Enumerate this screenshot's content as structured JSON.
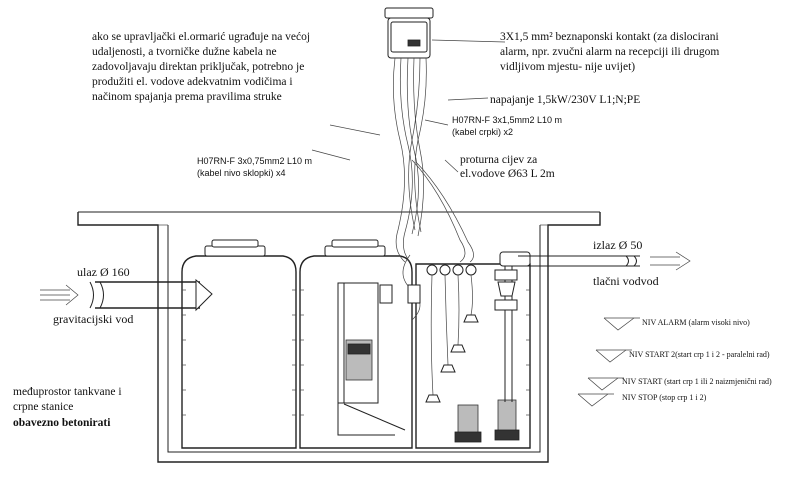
{
  "notes": {
    "cabinet_lines": [
      "ako se upravljački el.ormarić ugrađuje na većoj",
      "udaljenosti, a tvorničke dužne kabela ne",
      "zadovoljavaju direktan priključak, potrebno je",
      "produžiti el. vodove adekvatnim vodičima i",
      "načinom spajanja prema pravilima struke"
    ],
    "contact_lines": [
      "3X1,5 mm²  beznaponski kontakt (za dislocirani",
      "alarm, npr. zvučni alarm na recepciji ili drugom",
      "vidljivom mjestu- nije uvijet)"
    ],
    "power": "napajanje 1,5kW/230V  L1;N;PE",
    "cable_pumps_lines": [
      "H07RN-F 3x1,5mm2 L10 m",
      "(kabel crpki) x2"
    ],
    "cable_float_lines": [
      "H07RN-F 3x0,75mm2 L10 m",
      "(kabel nivo sklopki) x4"
    ],
    "conduit_lines": [
      "proturna cijev za",
      "el.vodove  Ø63 L 2m"
    ],
    "outlet": {
      "title": "izlaz Ø 50",
      "subtitle": "tlačni vodvod"
    },
    "inlet": {
      "title": "ulaz Ø 160",
      "subtitle": "gravitacijski vod"
    },
    "space_lines": [
      "međuprostor tankvane i",
      "crpne stanice"
    ],
    "space_bold": "obavezno betonirati",
    "levels": {
      "alarm": "NIV ALARM  (alarm visoki nivo)",
      "start2": "NIV START 2(start crp 1 i 2 - paralelni rad)",
      "start": "NIV START (start crp 1 ili 2 naizmjenični rad)",
      "stop": "NIV STOP (stop crp 1 i 2)"
    }
  }
}
